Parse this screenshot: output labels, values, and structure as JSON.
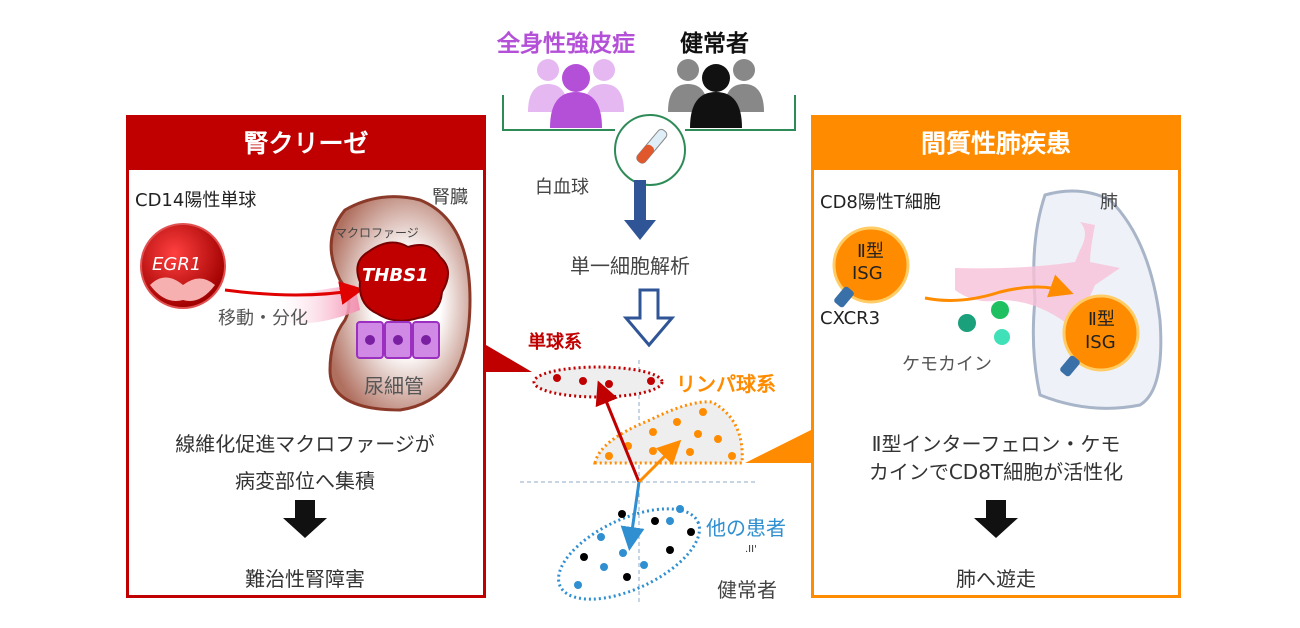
{
  "top": {
    "group_ssc": "全身性強皮症",
    "group_healthy": "健常者",
    "sample_label": "白血球",
    "analysis_label": "単一細胞解析"
  },
  "scatter": {
    "monocyte_label": "単球系",
    "lymphocyte_label": "リンパ球系",
    "other_patients_label": "他の患者",
    "equiv_mark": ".II'",
    "healthy_label": "健常者"
  },
  "left_panel": {
    "title": "腎クリーゼ",
    "cell_label": "CD14陽性単球",
    "organ_label": "腎臓",
    "gene_in_cell": "EGR1",
    "macrophage_label": "マクロファージ",
    "gene_in_macrophage": "THBS1",
    "migration_label": "移動・分化",
    "tubule_label": "尿細管",
    "summary_line1": "線維化促進マクロファージが",
    "summary_line2": "病変部位へ集積",
    "outcome": "難治性腎障害"
  },
  "right_panel": {
    "title": "間質性肺疾患",
    "cell_label": "CD8陽性T細胞",
    "organ_label": "肺",
    "cell_line1": "Ⅱ型",
    "cell_line2": "ISG",
    "receptor_label": "CXCR3",
    "chemokine_label": "ケモカイン",
    "summary_line1": "Ⅱ型インターフェロン・ケモ",
    "summary_line2": "カインでCD8T細胞が活性化",
    "outcome": "肺へ遊走"
  },
  "colors": {
    "red": "#c00000",
    "orange": "#ff8c00",
    "purple": "#b44fd8",
    "green": "#2e8b57",
    "blue": "#2f8fd0",
    "navy": "#2f5597"
  }
}
